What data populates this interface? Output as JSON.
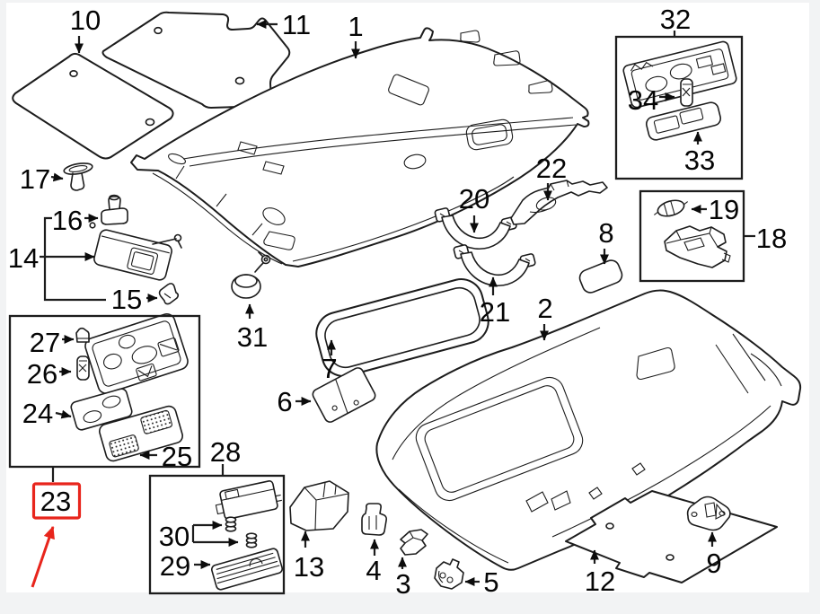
{
  "canvas": {
    "background": "#f2f3f4",
    "surface": "#ffffff",
    "line_color": "#1c1c1c",
    "label_color": "#050505"
  },
  "highlight": {
    "color": "#e8251c",
    "selected_callout": "23"
  },
  "callouts": {
    "c1": "1",
    "c2": "2",
    "c3": "3",
    "c4": "4",
    "c5": "5",
    "c6": "6",
    "c7": "7",
    "c8": "8",
    "c9": "9",
    "c10": "10",
    "c11": "11",
    "c12": "12",
    "c13": "13",
    "c14": "14",
    "c15": "15",
    "c16": "16",
    "c17": "17",
    "c18": "18",
    "c19": "19",
    "c20": "20",
    "c21": "21",
    "c22": "22",
    "c23": "23",
    "c24": "24",
    "c25": "25",
    "c26": "26",
    "c27": "27",
    "c28": "28",
    "c29": "29",
    "c30": "30",
    "c31": "31",
    "c32": "32",
    "c33": "33",
    "c34": "34"
  }
}
